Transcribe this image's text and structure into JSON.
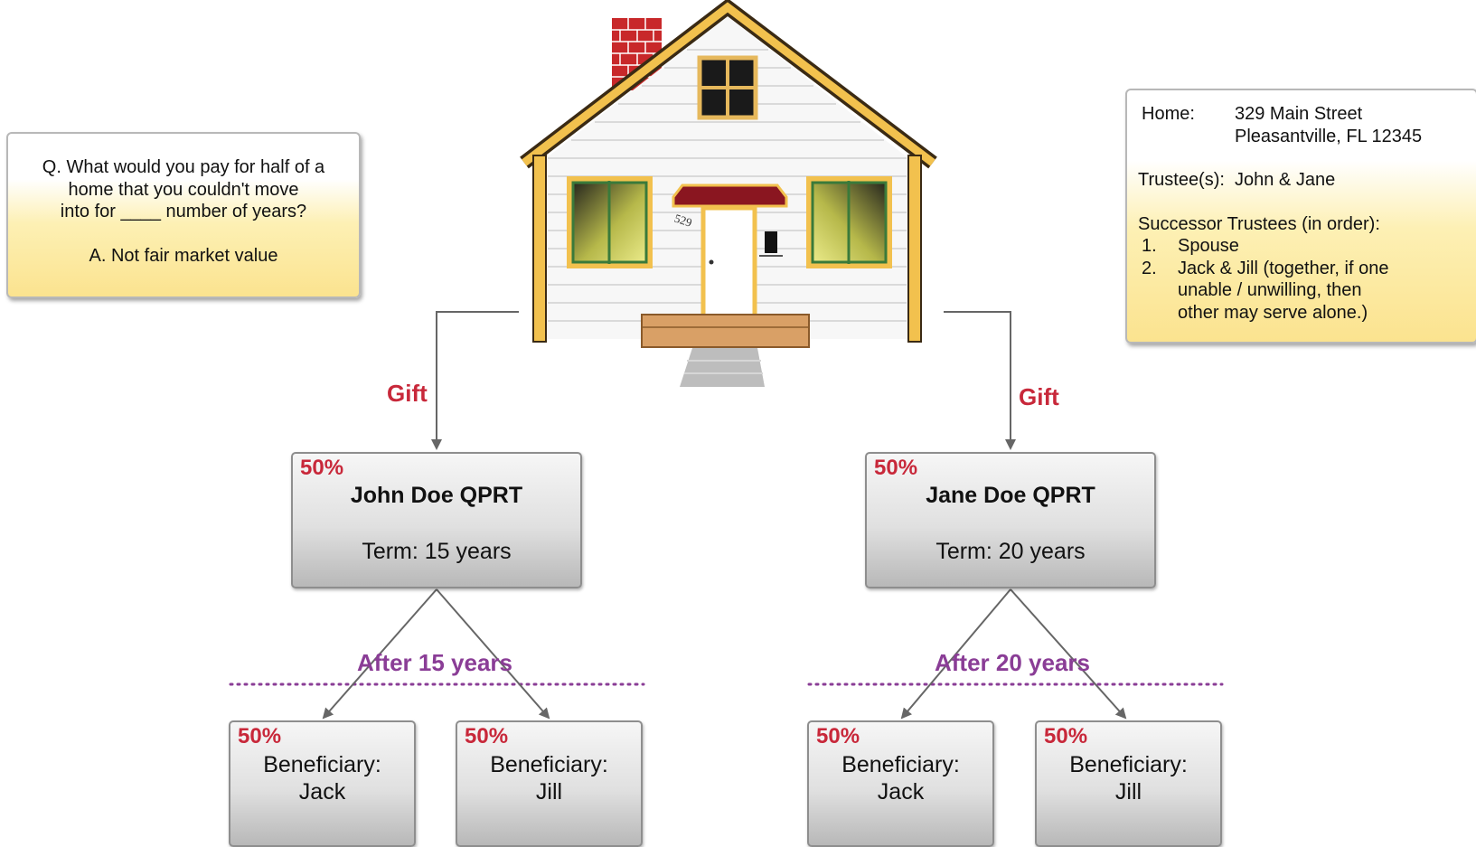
{
  "qa_note": {
    "lines": [
      "Q.  What would you pay for half of a",
      "home that you couldn't move",
      "into for ____ number of years?"
    ],
    "answer": "A. Not fair market value"
  },
  "info_note": {
    "home_label": "Home:",
    "address_line1": "329 Main Street",
    "address_line2": "Pleasantville, FL 12345",
    "trustees_label": "Trustee(s):",
    "trustees": "John & Jane",
    "successor_heading": "Successor Trustees (in order):",
    "successors": [
      {
        "num": "1.",
        "text": "Spouse"
      },
      {
        "num": "2.",
        "text": "Jack & Jill (together, if one"
      },
      {
        "num": "",
        "text": "unable / unwilling, then"
      },
      {
        "num": "",
        "text": "other may serve alone.)"
      }
    ]
  },
  "house": {
    "number": "529"
  },
  "flows": {
    "left_label": "Gift",
    "right_label": "Gift"
  },
  "trusts": [
    {
      "percent": "50%",
      "title": "John Doe QPRT",
      "term": "Term: 15 years",
      "after_label": "After 15 years",
      "beneficiaries": [
        {
          "percent": "50%",
          "label": "Beneficiary:",
          "name": "Jack"
        },
        {
          "percent": "50%",
          "label": "Beneficiary:",
          "name": "Jill"
        }
      ]
    },
    {
      "percent": "50%",
      "title": "Jane Doe QPRT",
      "term": "Term: 20 years",
      "after_label": "After 20 years",
      "beneficiaries": [
        {
          "percent": "50%",
          "label": "Beneficiary:",
          "name": "Jack"
        },
        {
          "percent": "50%",
          "label": "Beneficiary:",
          "name": "Jill"
        }
      ]
    }
  ],
  "colors": {
    "gift": "#c8283a",
    "after": "#8a3d96",
    "percent": "#c8283a"
  }
}
